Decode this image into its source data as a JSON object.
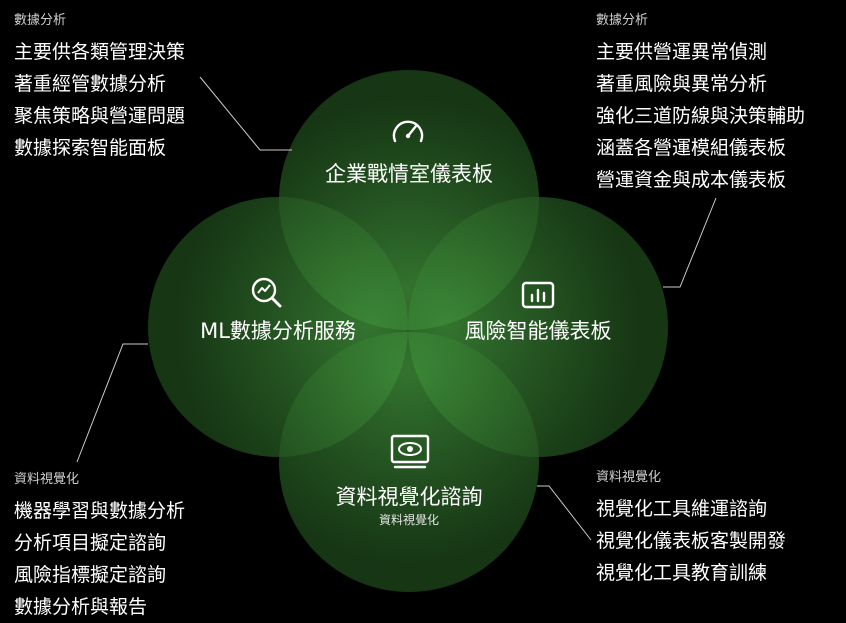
{
  "circles": {
    "top": {
      "title": "企業戰情室儀表板",
      "icon": "speedometer-icon"
    },
    "left": {
      "title": "ML數據分析服務",
      "icon": "chart-search-icon"
    },
    "right": {
      "title": "風險智能儀表板",
      "icon": "bar-chart-icon"
    },
    "bottom": {
      "title": "資料視覺化諮詢",
      "subtitle": "資料視覺化",
      "icon": "monitor-eye-icon"
    }
  },
  "blocks": {
    "top_left": {
      "category": "數據分析",
      "items": [
        "主要供各類管理決策",
        "著重經管數據分析",
        "聚焦策略與營運問題",
        "數據探索智能面板"
      ]
    },
    "top_right": {
      "category": "數據分析",
      "items": [
        "主要供營運異常偵測",
        "著重風險與異常分析",
        "強化三道防線與決策輔助",
        "涵蓋各營運模組儀表板",
        "營運資金與成本儀表板"
      ]
    },
    "bottom_left": {
      "category": "資料視覺化",
      "items": [
        "機器學習與數據分析",
        "分析項目擬定諮詢",
        "風險指標擬定諮詢",
        "數據分析與報告"
      ]
    },
    "bottom_right": {
      "category": "資料視覺化",
      "items": [
        "視覺化工具維運諮詢",
        "視覺化儀表板客製開發",
        "視覺化工具教育訓練"
      ]
    }
  },
  "colors": {
    "background": "#000000",
    "circle_fill_light": "#3f8f3a",
    "circle_fill_dark": "#1f4a1c",
    "connector_line": "#cccccc"
  }
}
